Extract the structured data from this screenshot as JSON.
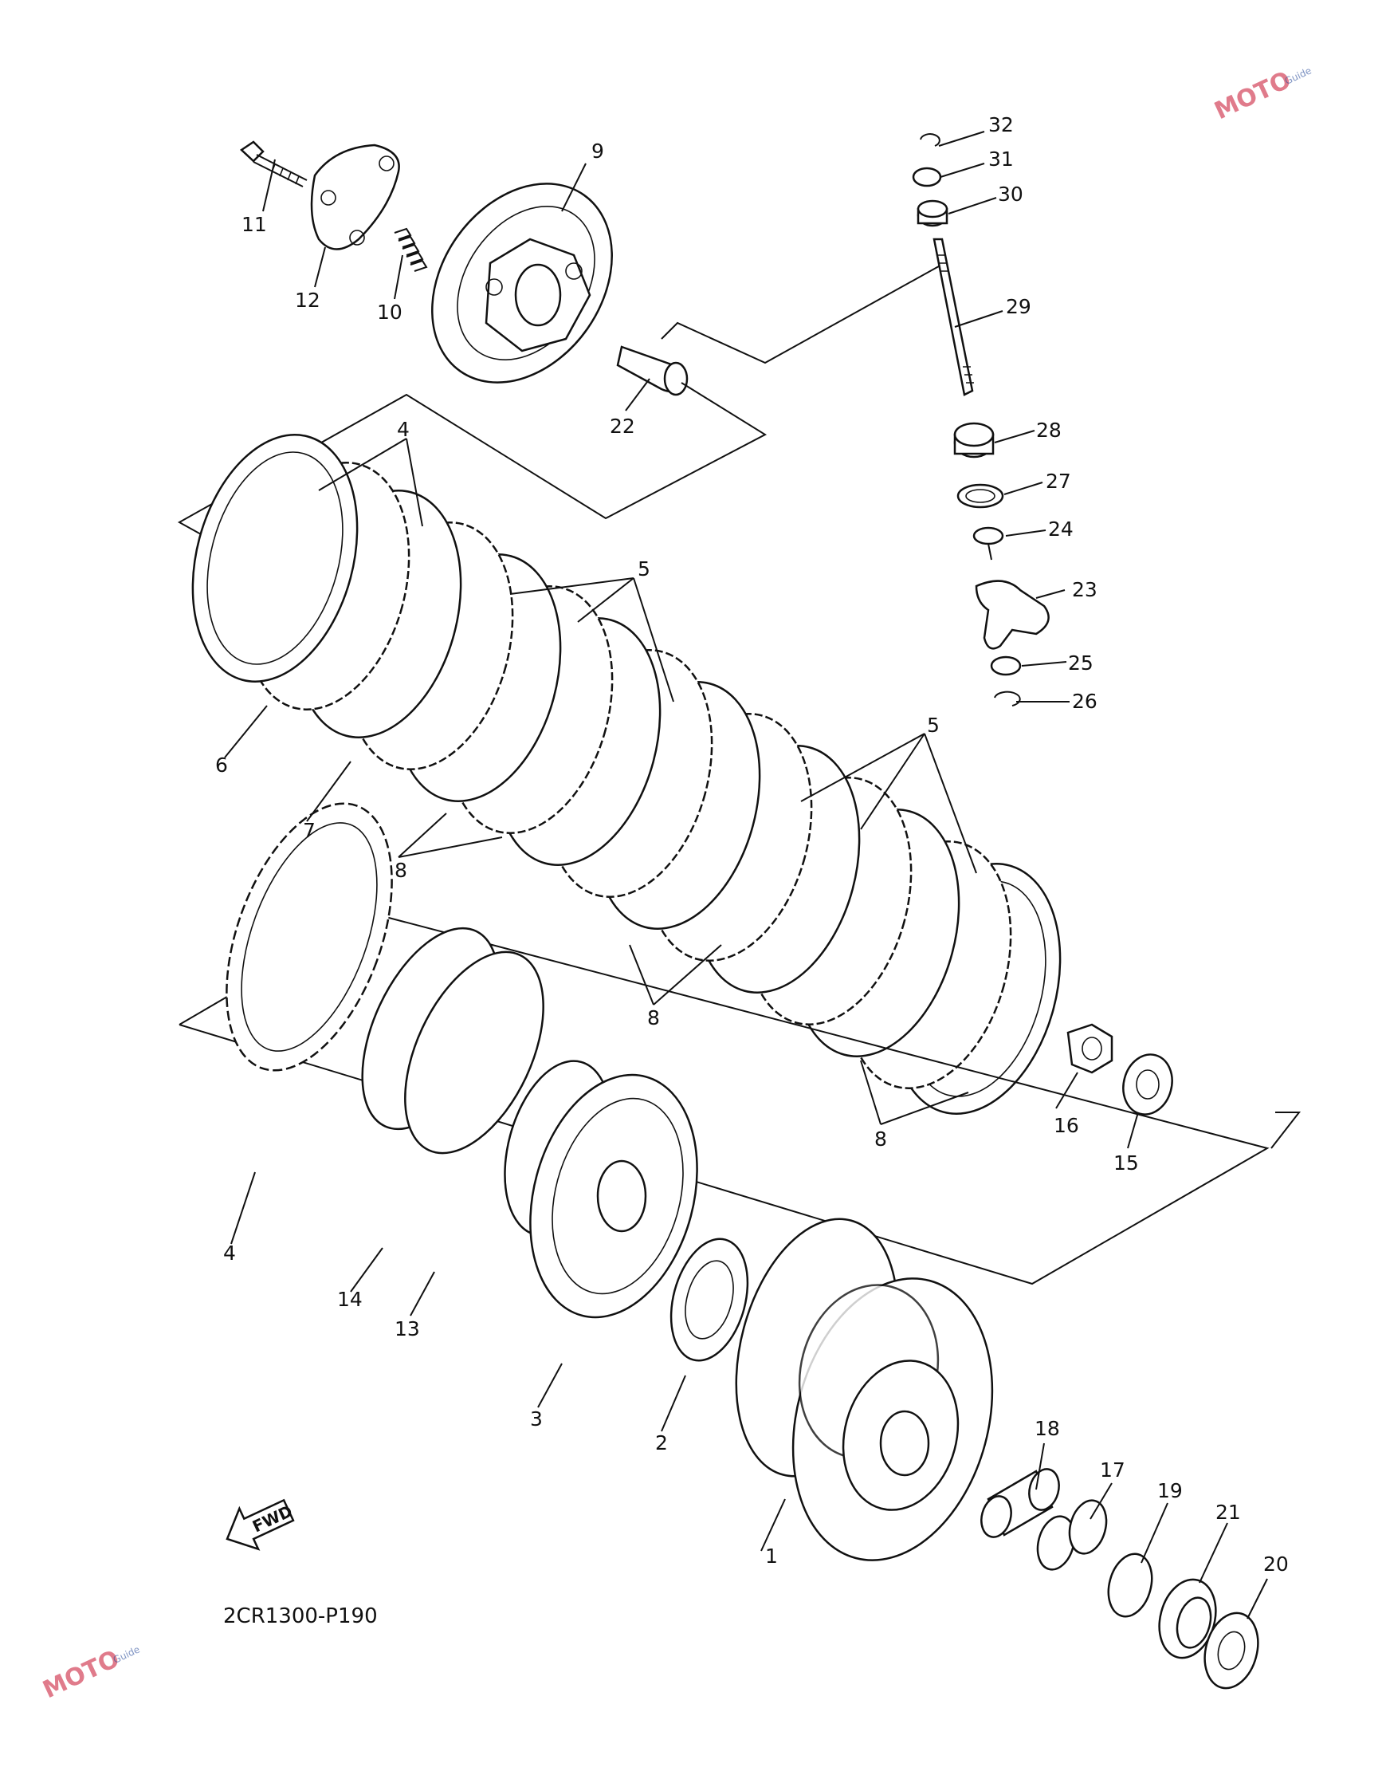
{
  "diagram": {
    "code": "2CR1300-P190",
    "fwd_label": "FWD",
    "watermark": {
      "text": "MOTO",
      "sub": "Guide"
    },
    "callouts": [
      "1",
      "2",
      "3",
      "4",
      "4",
      "5",
      "5",
      "6",
      "7",
      "8",
      "8",
      "8",
      "9",
      "10",
      "11",
      "12",
      "13",
      "14",
      "15",
      "16",
      "17",
      "18",
      "19",
      "20",
      "21",
      "22",
      "23",
      "24",
      "25",
      "26",
      "27",
      "28",
      "29",
      "30",
      "31",
      "32"
    ]
  }
}
